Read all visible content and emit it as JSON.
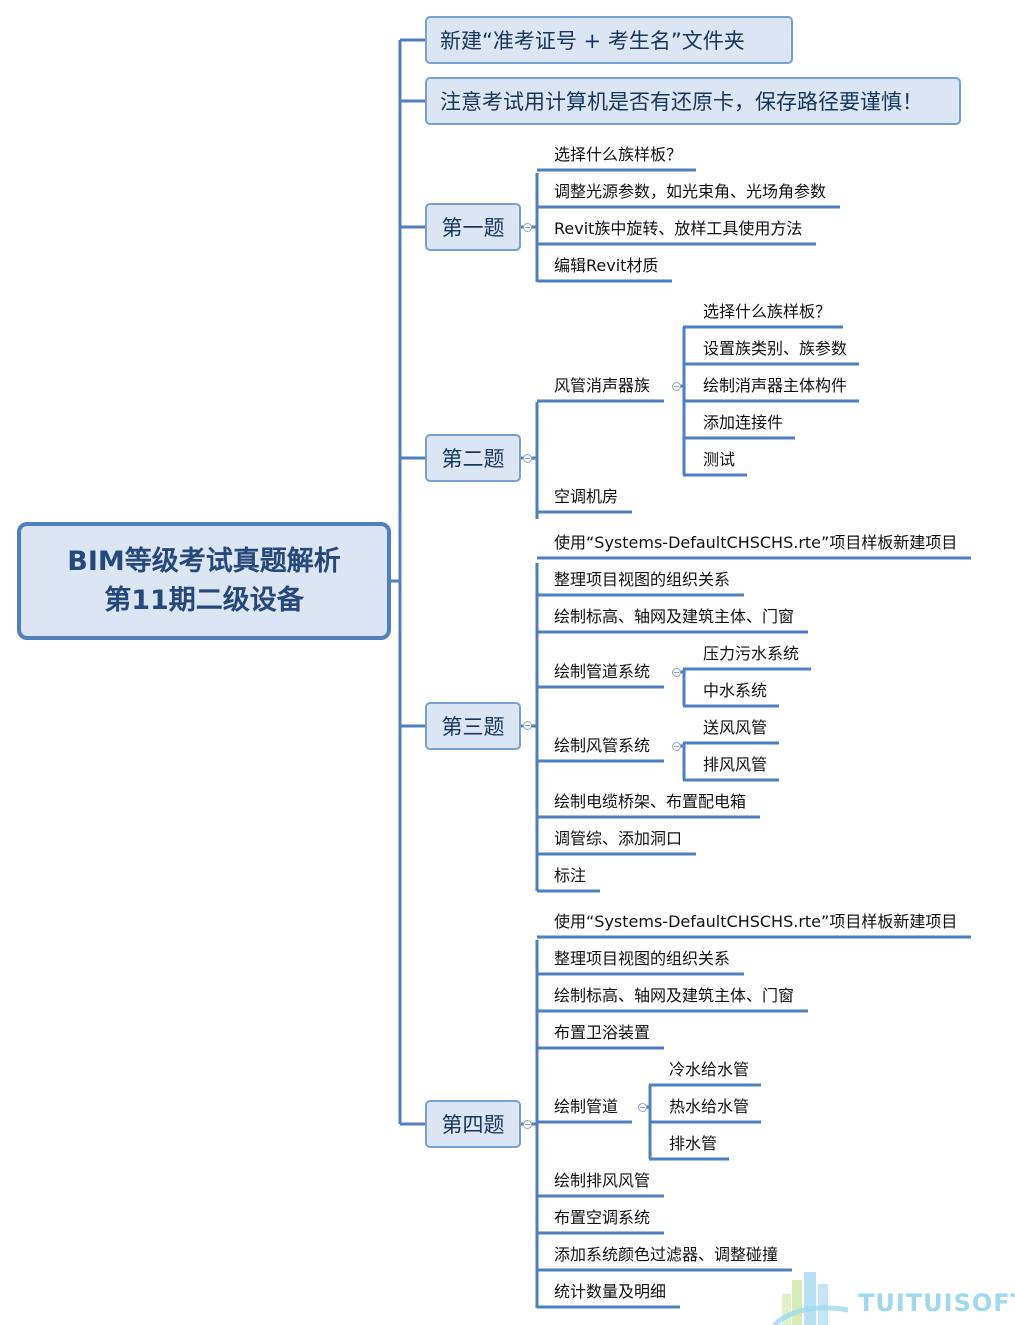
{
  "root": {
    "line1": "BIM等级考试真题解析",
    "line2": "第11期二级设备"
  },
  "notes": [
    "新建“准考证号 + 考生名”文件夹",
    "注意考试用计算机是否有还原卡，保存路径要谨慎！"
  ],
  "q1": {
    "title": "第一题",
    "items": [
      "选择什么族样板？",
      "调整光源参数，如光束角、光场角参数",
      "Revit族中旋转、放样工具使用方法",
      "编辑Revit材质"
    ]
  },
  "q2": {
    "title": "第二题",
    "group": "风管消声器族",
    "group_items": [
      "选择什么族样板？",
      "设置族类别、族参数",
      "绘制消声器主体构件",
      "添加连接件",
      "测试"
    ],
    "last": "空调机房"
  },
  "q3": {
    "title": "第三题",
    "items_top": [
      "使用“Systems-DefaultCHSCHS.rte”项目样板新建项目",
      "整理项目视图的组织关系",
      "绘制标高、轴网及建筑主体、门窗"
    ],
    "pipe": {
      "label": "绘制管道系统",
      "items": [
        "压力污水系统",
        "中水系统"
      ]
    },
    "duct": {
      "label": "绘制风管系统",
      "items": [
        "送风风管",
        "排风风管"
      ]
    },
    "items_bottom": [
      "绘制电缆桥架、布置配电箱",
      "调管综、添加洞口",
      "标注"
    ]
  },
  "q4": {
    "title": "第四题",
    "items_top": [
      "使用“Systems-DefaultCHSCHS.rte”项目样板新建项目",
      "整理项目视图的组织关系",
      "绘制标高、轴网及建筑主体、门窗",
      "布置卫浴装置"
    ],
    "pipe": {
      "label": "绘制管道",
      "items": [
        "冷水给水管",
        "热水给水管",
        "排水管"
      ]
    },
    "items_bottom": [
      "绘制排风风管",
      "布置空调系统",
      "添加系统颜色过滤器、调整碰撞",
      "统计数量及明细"
    ]
  },
  "watermark": "TUITUISOFT",
  "colors": {
    "line": "#4f7fbf",
    "box_fill": "#dbe5f3",
    "box_border": "#7a9fd2",
    "text": "#17365d"
  }
}
